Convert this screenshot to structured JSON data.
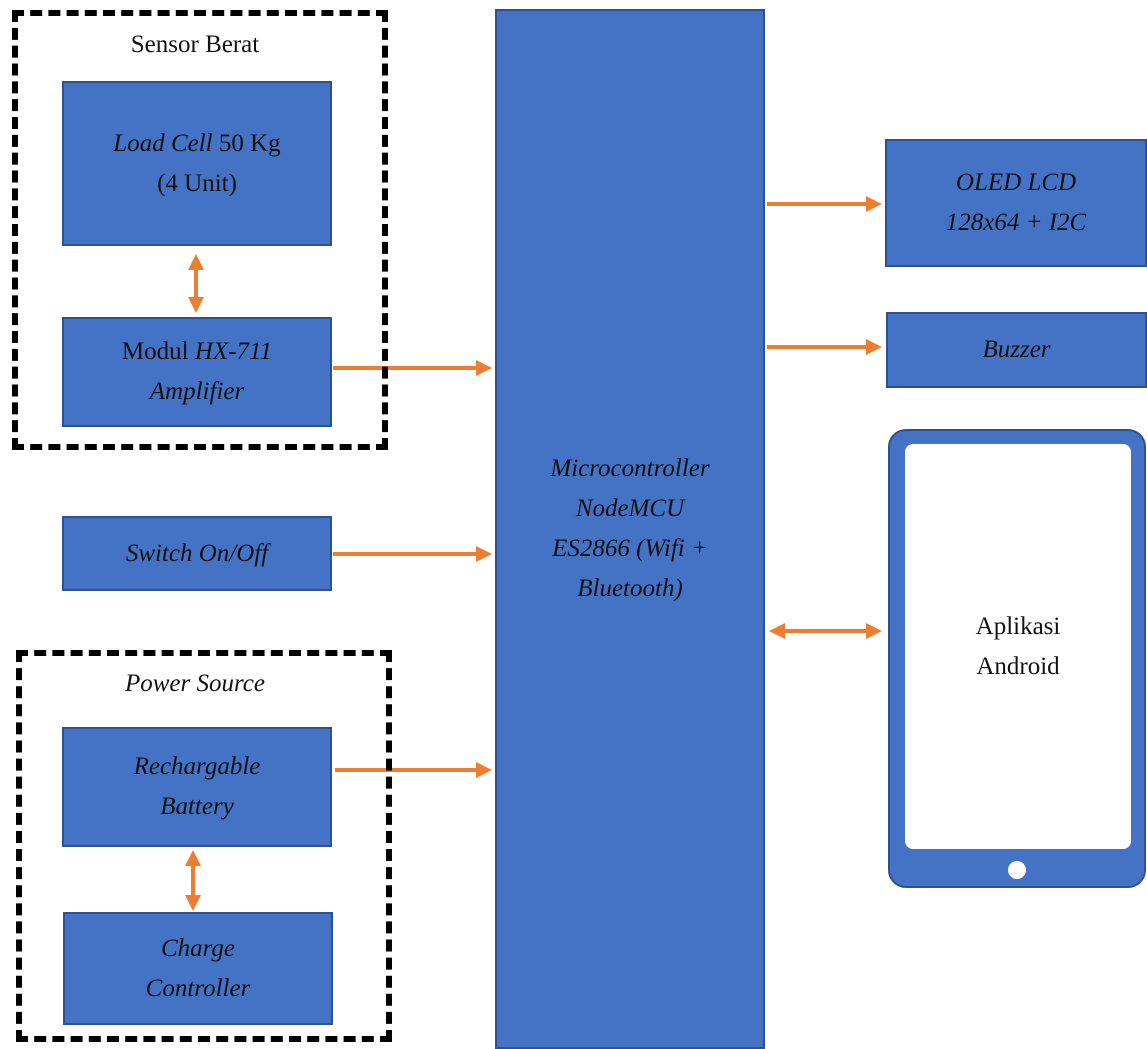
{
  "colors": {
    "box": "#4472c4",
    "box_border": "#2f528f",
    "arrow": "#ed7d31"
  },
  "sensor_group": {
    "title": "Sensor Berat"
  },
  "load_cell": {
    "line1_italic": "Load Cell",
    "line1_rest": " 50 Kg",
    "line2": "(4 Unit)"
  },
  "hx711": {
    "line1_plain": "Modul ",
    "line1_italic": "HX-711",
    "line2": "Amplifier"
  },
  "switch": {
    "label": "Switch On/Off"
  },
  "power_group": {
    "title": "Power Source"
  },
  "battery": {
    "line1": "Rechargable",
    "line2": "Battery"
  },
  "charge_controller": {
    "line1": "Charge",
    "line2": "Controller"
  },
  "microcontroller": {
    "line1": "Microcontroller",
    "line2": "NodeMCU",
    "line3": "ES2866 (Wifi +",
    "line4": "Bluetooth)"
  },
  "oled": {
    "line1": "OLED LCD",
    "line2": "128x64 + I2C"
  },
  "buzzer": {
    "label": "Buzzer"
  },
  "android": {
    "line1": "Aplikasi",
    "line2": "Android"
  }
}
